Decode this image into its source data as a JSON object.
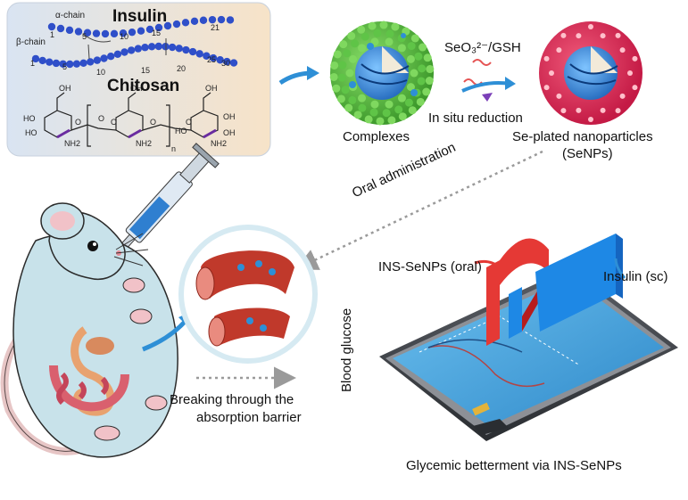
{
  "panel": {
    "insulin_title": "Insulin",
    "alpha_chain": "α-chain",
    "beta_chain": "β-chain",
    "alpha_nums": [
      "1",
      "5",
      "10",
      "15",
      "21"
    ],
    "beta_nums": [
      "1",
      "5",
      "10",
      "15",
      "20",
      "25",
      "30"
    ],
    "chitosan_title": "Chitosan",
    "chem_labels": [
      "HO",
      "HO",
      "OH",
      "O",
      "O",
      "OH",
      "O",
      "OH",
      "HO",
      "O",
      "O",
      "OH",
      "OH",
      "NH2",
      "NH2",
      "NH2",
      "n"
    ]
  },
  "process": {
    "complexes_label": "Complexes",
    "reagent_label": "SeO₃²⁻/GSH",
    "reduction_label": "In situ reduction",
    "senp_label_line1": "Se-plated nanoparticles",
    "senp_label_line2": "(SeNPs)"
  },
  "route": {
    "oral_label": "Oral administration",
    "barrier_line1": "Breaking through the",
    "barrier_line2": "absorption barrier"
  },
  "tablet": {
    "ins_senps_label": "INS-SeNPs (oral)",
    "insulin_sc_label": "Insulin (sc)",
    "blood_glucose_label": "Blood glucose",
    "caption": "Glycemic betterment via INS-SeNPs"
  },
  "colors": {
    "chain_bead": "#2f4fc9",
    "complex_green": "#4caf3a",
    "senp_red": "#d9254f",
    "arrow_blue": "#2e8fd6",
    "vessel_red": "#c0392b",
    "tablet_screen": "#4aa8dd",
    "bar_red": "#e53935",
    "bar_blue": "#1e88e5"
  },
  "icons": [
    "syringe-icon",
    "mouse-icon",
    "blood-vessel-icon",
    "tablet-icon",
    "arrow-icon"
  ]
}
